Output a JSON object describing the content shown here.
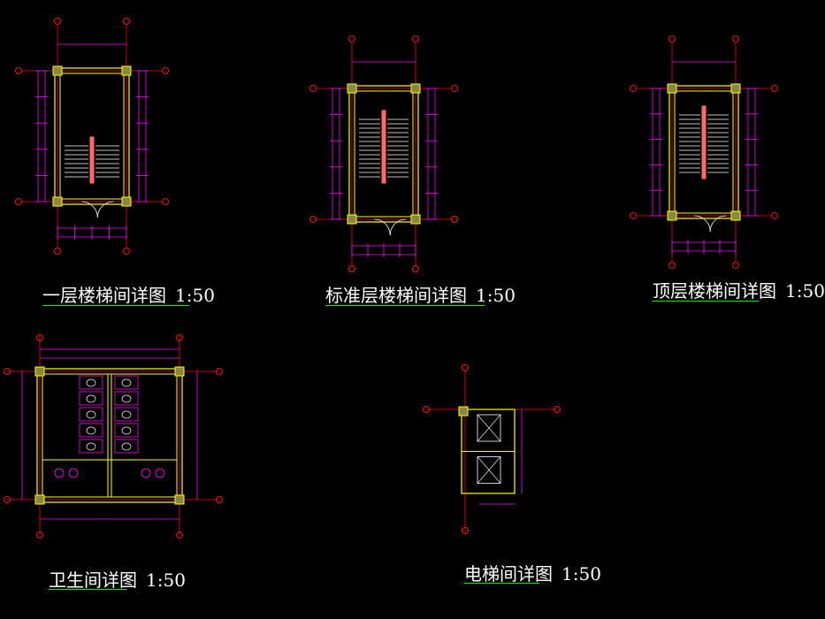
{
  "drawings": [
    {
      "id": "first_floor_stair",
      "title": "一层楼梯间详图",
      "scale": "1:50"
    },
    {
      "id": "standard_floor_stair",
      "title": "标准层楼梯间详图",
      "scale": "1:50"
    },
    {
      "id": "top_floor_stair",
      "title": "顶层楼梯间详图",
      "scale": "1:50"
    },
    {
      "id": "toilet",
      "title": "卫生间详图",
      "scale": "1:50"
    },
    {
      "id": "elevator",
      "title": "电梯间详图",
      "scale": "1:50"
    }
  ],
  "colors": {
    "background": "#000000",
    "wall": "#ffff00",
    "dimension": "#ff00ff",
    "axis": "#ff0000",
    "title": "#ffffff",
    "underline": "#00ff00",
    "fixture": "#ffffff",
    "handrail": "#ff6b6b",
    "annotation": "#00ffff"
  }
}
